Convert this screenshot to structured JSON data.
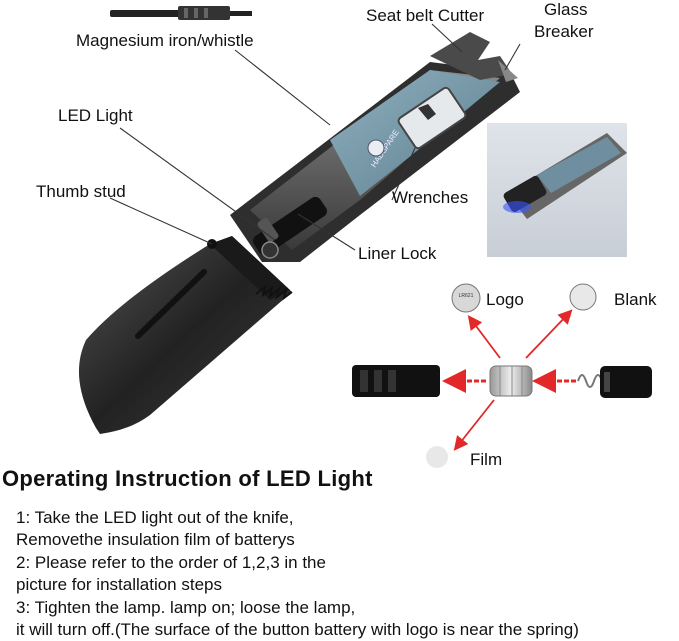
{
  "callouts": {
    "magnesium": "Magnesium iron/whistle",
    "seatbelt": "Seat belt Cutter",
    "glass_line1": "Glass",
    "glass_line2": "Breaker",
    "led": "LED Light",
    "thumb": "Thumb stud",
    "wrenches": "Wrenches",
    "liner": "Liner Lock"
  },
  "battery_parts": {
    "logo": "Logo",
    "blank": "Blank",
    "film": "Film",
    "battery_logo_text": "LR621"
  },
  "brand_on_handle": "HADSPARE",
  "heading": "Operating Instruction of LED Light",
  "instructions": [
    "1: Take the LED light out of the knife,",
    "Removethe insulation film of batterys",
    "2: Please refer to the order of 1,2,3 in the",
    "picture for installation steps",
    "3: Tighten the lamp. lamp on; loose the lamp,",
    "it will turn off.(The surface of the button battery with logo is near the spring)"
  ],
  "colors": {
    "handle": "#6f8fa0",
    "blade": "#2a2a2a",
    "arrow": "#e22828",
    "led_glow": "#3a55ff"
  }
}
